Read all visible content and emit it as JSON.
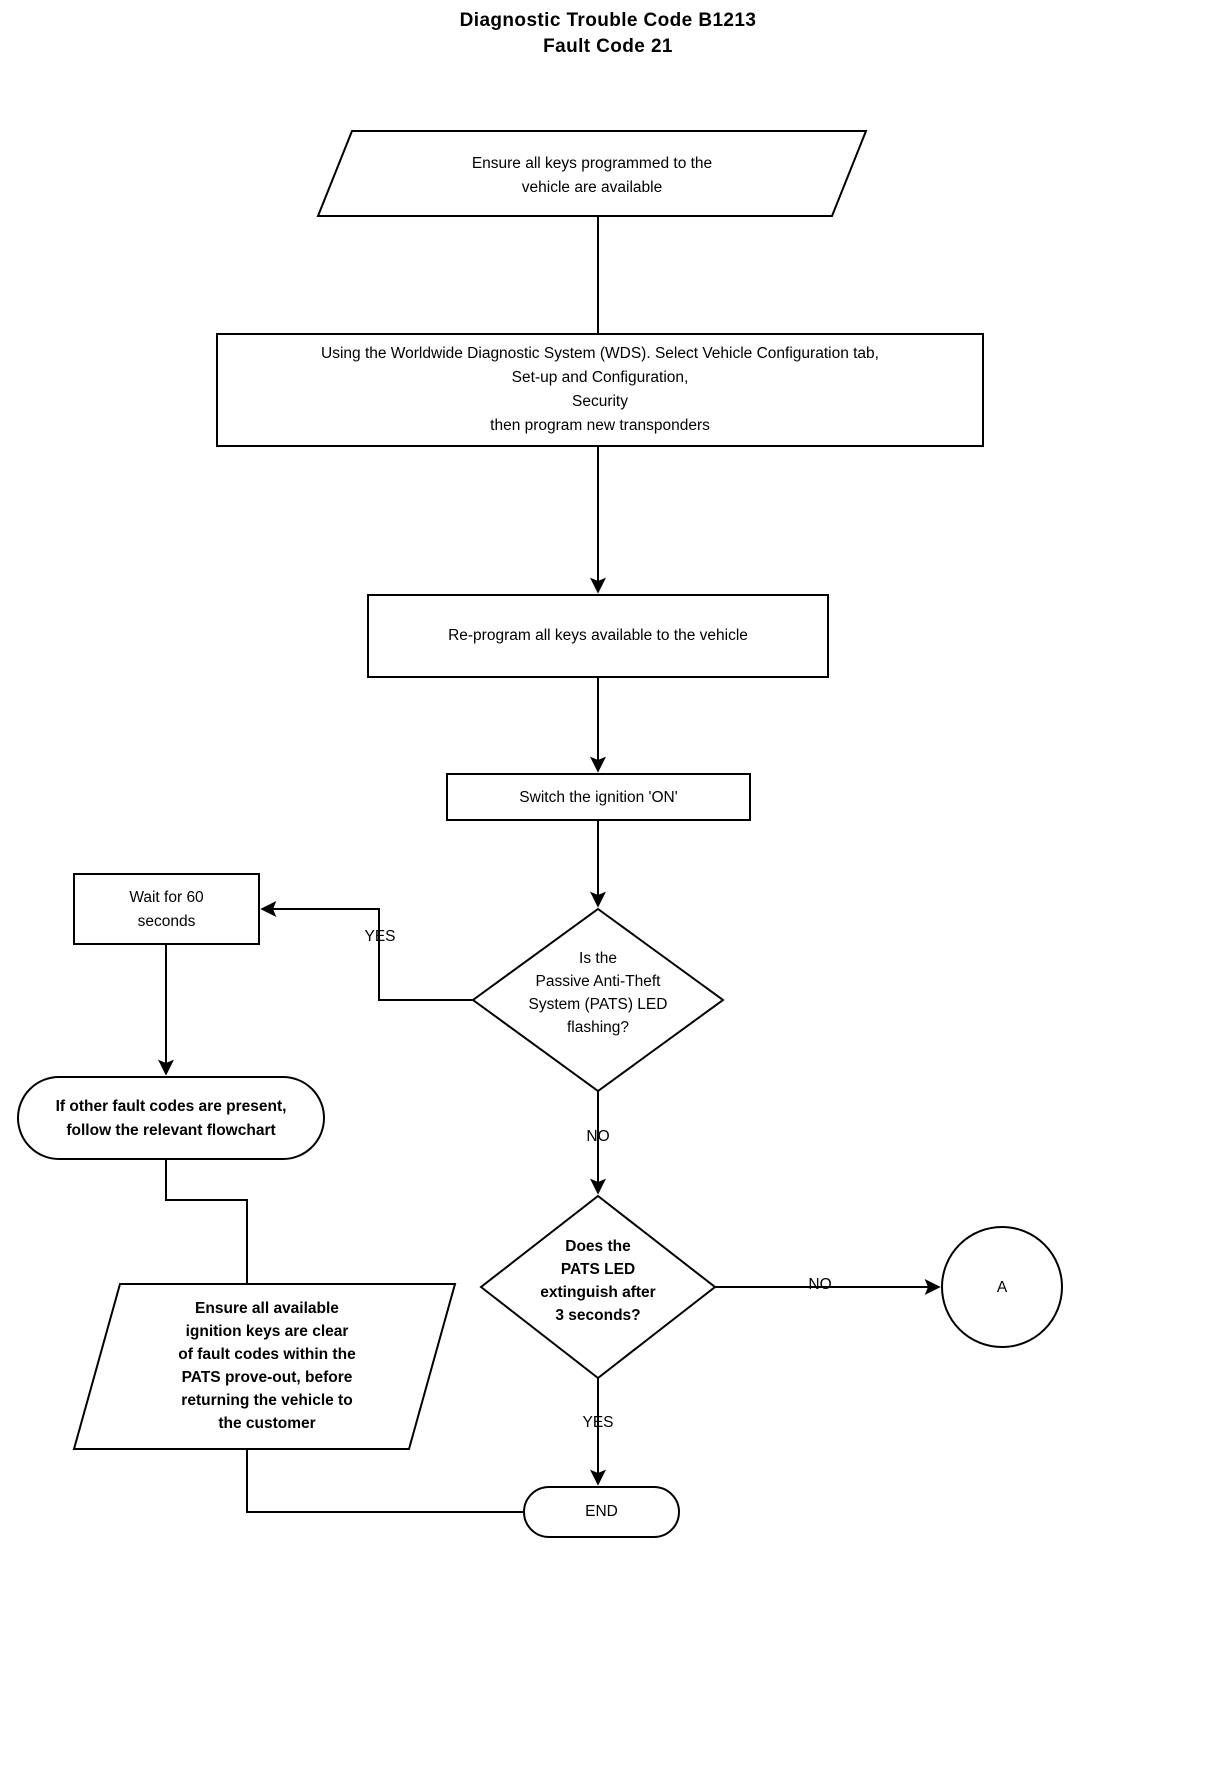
{
  "title": {
    "line1": "Diagnostic Trouble Code B1213",
    "line2": "Fault Code 21"
  },
  "chart_data": {
    "type": "diagram",
    "diagram_type": "flowchart",
    "title": "Diagnostic Trouble Code B1213 Fault Code 21",
    "nodes": [
      {
        "id": "n1",
        "shape": "parallelogram",
        "text": "Ensure all keys programmed to the\nvehicle are available"
      },
      {
        "id": "n2",
        "shape": "rectangle",
        "text": "Using the Worldwide Diagnostic System (WDS). Select Vehicle Configuration tab,\nSet-up and Configuration,\nSecurity\nthen program new transponders"
      },
      {
        "id": "n3",
        "shape": "rectangle",
        "text": "Re-program all keys available to the vehicle"
      },
      {
        "id": "n4",
        "shape": "rectangle",
        "text": "Switch the ignition 'ON'"
      },
      {
        "id": "n5",
        "shape": "diamond",
        "text": "Is the\nPassive Anti-Theft\nSystem (PATS) LED\nflashing?"
      },
      {
        "id": "n6",
        "shape": "rectangle",
        "text": "Wait for 60\nseconds"
      },
      {
        "id": "n7",
        "shape": "rounded-rectangle",
        "text": "If other fault codes are present,\nfollow the relevant flowchart"
      },
      {
        "id": "n8",
        "shape": "diamond",
        "text": "Does the\nPATS LED\nextinguish after\n3 seconds?"
      },
      {
        "id": "n9",
        "shape": "circle",
        "text": "A"
      },
      {
        "id": "n10",
        "shape": "parallelogram",
        "text": "Ensure all available\nignition keys are clear\nof fault codes within the\nPATS prove-out, before\nreturning the vehicle to\nthe customer"
      },
      {
        "id": "n11",
        "shape": "terminator",
        "text": "END"
      }
    ],
    "edges": [
      {
        "from": "n1",
        "to": "n2",
        "label": ""
      },
      {
        "from": "n2",
        "to": "n3",
        "label": ""
      },
      {
        "from": "n3",
        "to": "n4",
        "label": ""
      },
      {
        "from": "n4",
        "to": "n5",
        "label": ""
      },
      {
        "from": "n5",
        "to": "n6",
        "label": "YES"
      },
      {
        "from": "n5",
        "to": "n8",
        "label": "NO"
      },
      {
        "from": "n6",
        "to": "n7",
        "label": ""
      },
      {
        "from": "n7",
        "to": "n10",
        "label": ""
      },
      {
        "from": "n8",
        "to": "n9",
        "label": "NO"
      },
      {
        "from": "n8",
        "to": "n11",
        "label": "YES"
      },
      {
        "from": "n10",
        "to": "n11",
        "label": ""
      }
    ],
    "edge_labels": {
      "yes_pats_flashing": "YES",
      "no_pats_flashing": "NO",
      "no_extinguish": "NO",
      "yes_extinguish": "YES"
    }
  },
  "nodes": {
    "ensure_keys": "Ensure all keys programmed to the\nvehicle are available",
    "wds_instructions": "Using the Worldwide Diagnostic System (WDS). Select Vehicle Configuration tab,\nSet-up and Configuration,\nSecurity\nthen program new transponders",
    "reprogram_keys": "Re-program all keys available to the vehicle",
    "switch_ignition": "Switch the ignition 'ON'",
    "pats_flashing_question": "Is the\nPassive Anti-Theft\nSystem (PATS) LED\nflashing?",
    "wait_60": "Wait for 60\nseconds",
    "other_fault_codes": "If other fault codes are present,\nfollow the relevant flowchart",
    "pats_extinguish_question": "Does the\nPATS LED\nextinguish after\n3 seconds?",
    "connector_a": "A",
    "ensure_clear": "Ensure all available\nignition keys are clear\nof fault codes within the\nPATS prove-out, before\nreturning the vehicle to\nthe customer",
    "end": "END"
  },
  "labels": {
    "yes_1": "YES",
    "no_1": "NO",
    "no_2": "NO",
    "yes_2": "YES"
  },
  "colors": {
    "stroke": "#000000",
    "fill": "#ffffff",
    "text": "#000000"
  }
}
